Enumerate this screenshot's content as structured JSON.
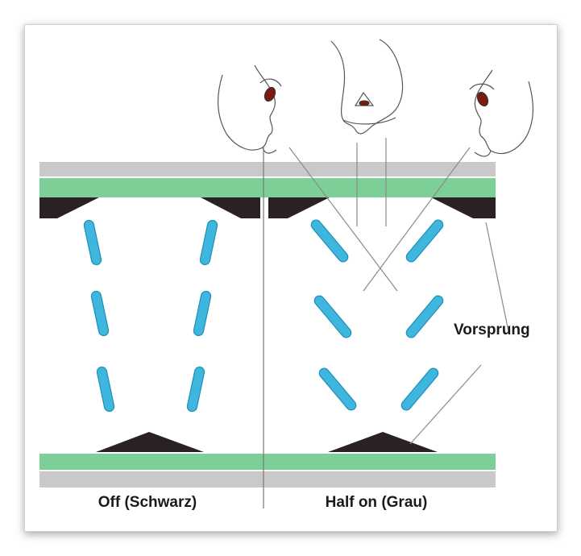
{
  "labels": {
    "left_caption": "Off (Schwarz)",
    "right_caption": "Half on (Grau)",
    "callout": "Vorsprung"
  },
  "colors": {
    "glass": "#c9c9c9",
    "electrode": "#7ccf97",
    "protrusion": "#2a2222",
    "crystal": "#3fb6de",
    "crystal_edge": "#1f8fb8",
    "line": "#8a8a8a",
    "eye": "#7a1a12"
  }
}
